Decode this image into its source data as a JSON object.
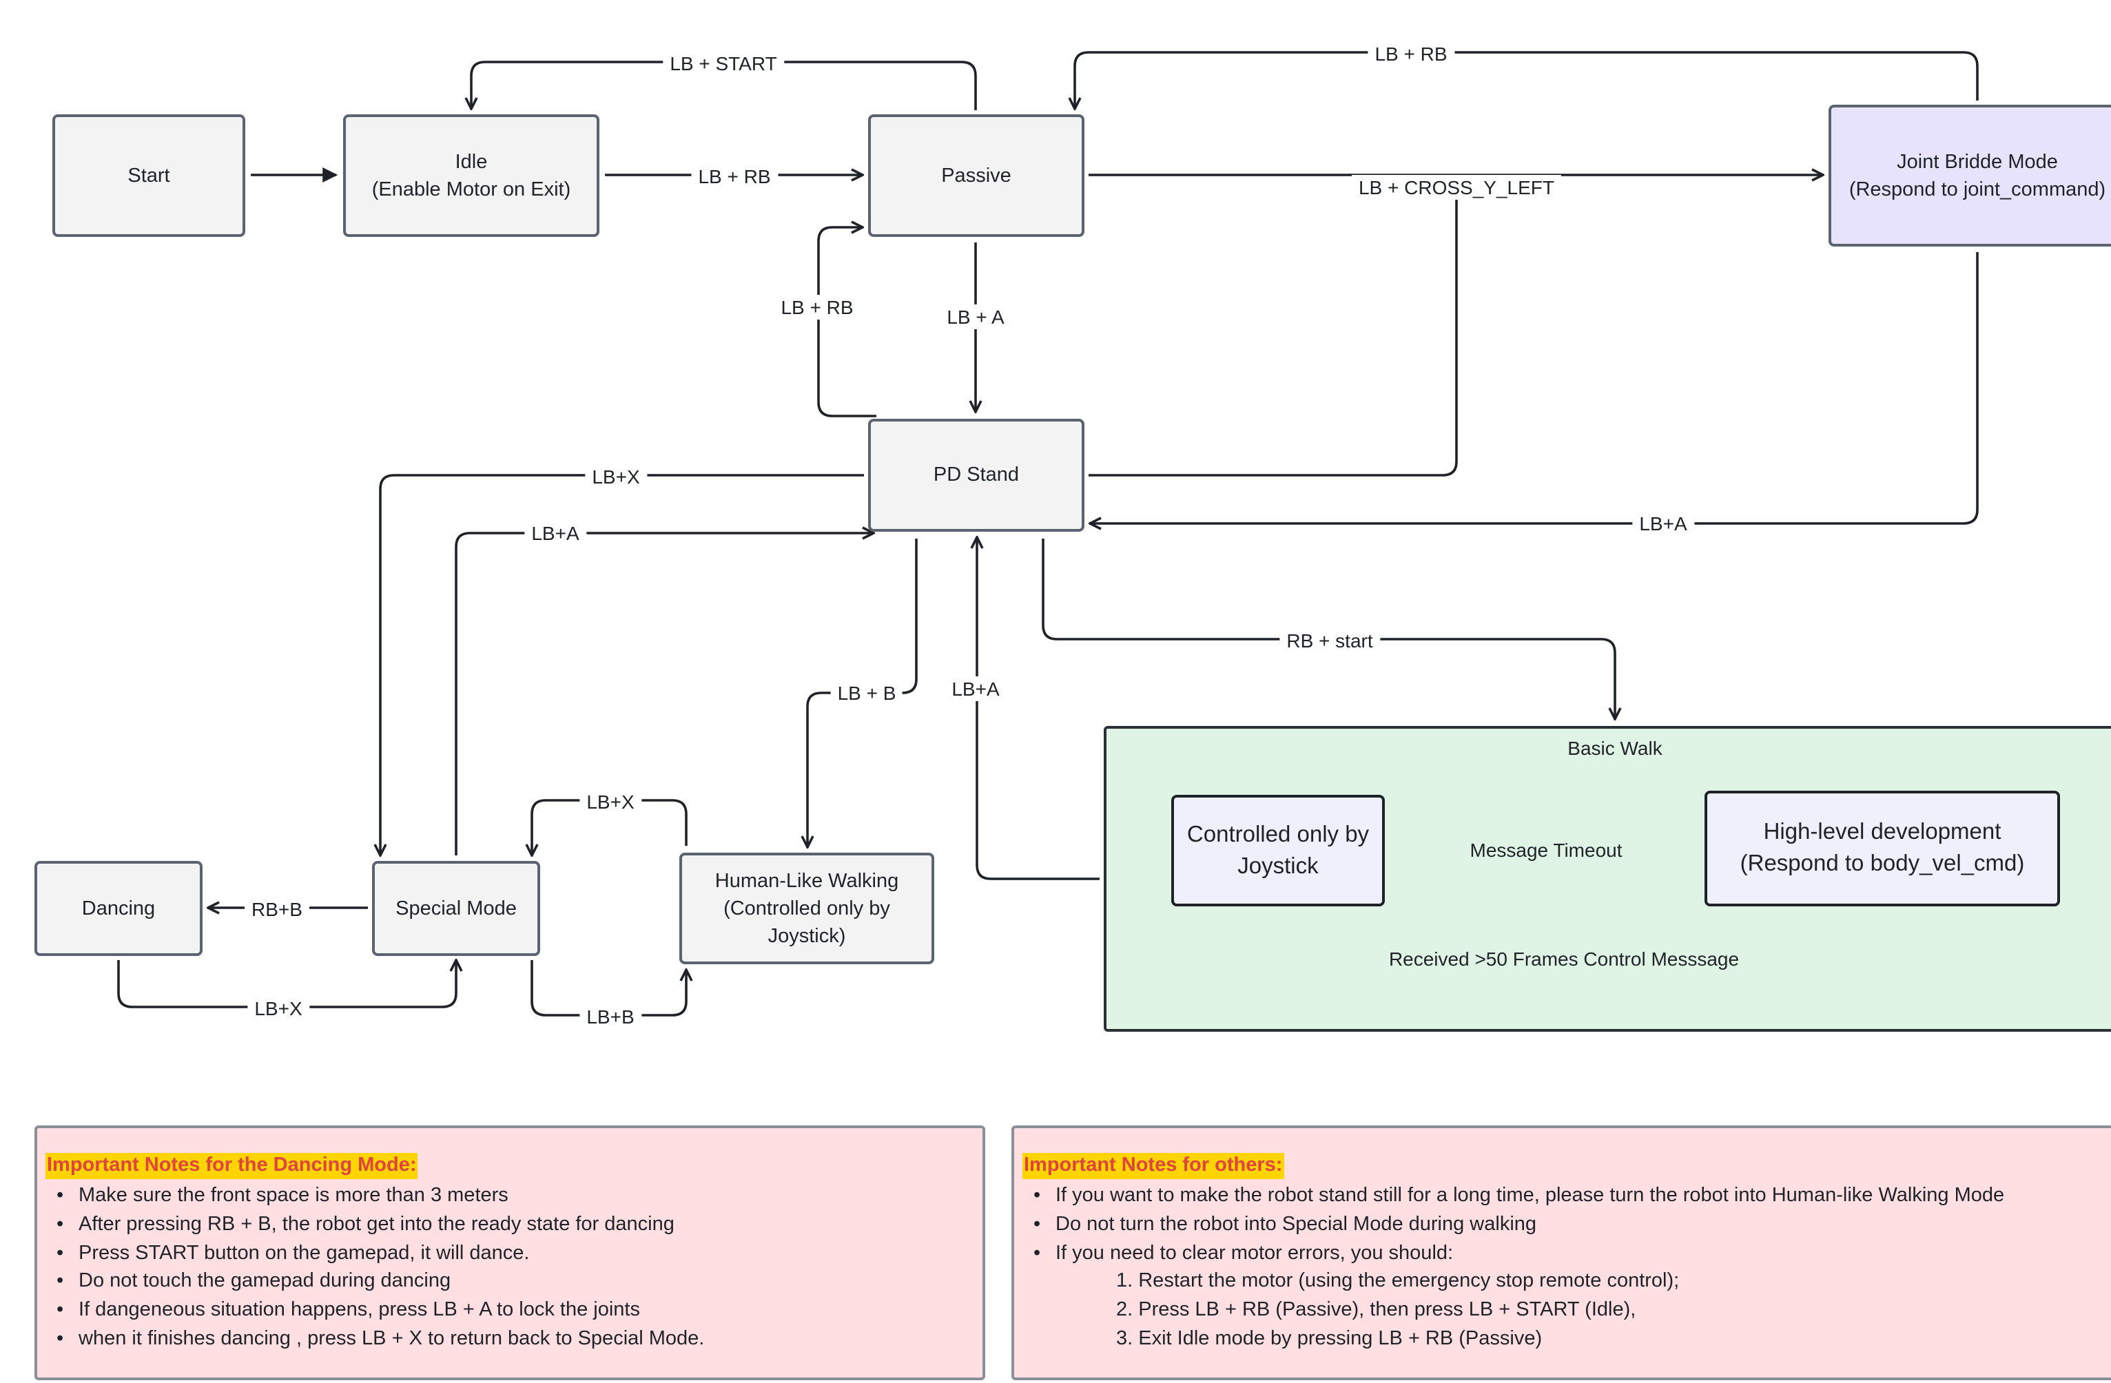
{
  "nodes": {
    "start": "Start",
    "idle_line1": "Idle",
    "idle_line2": "(Enable Motor on Exit)",
    "passive": "Passive",
    "joint_bridge_line1": "Joint Bridde Mode",
    "joint_bridge_line2": "(Respond to joint_command)",
    "pd_stand": "PD Stand",
    "dancing": "Dancing",
    "special_mode": "Special Mode",
    "human_like_line1": "Human-Like Walking",
    "human_like_line2": "(Controlled only by",
    "human_like_line3": "Joystick)",
    "joystick_only_line1": "Controlled only by",
    "joystick_only_line2": "Joystick",
    "high_level_line1": "High-level development",
    "high_level_line2": "(Respond to body_vel_cmd)"
  },
  "group": {
    "basic_walk": "Basic Walk"
  },
  "edges": {
    "passive_to_idle": "LB + START",
    "joint_to_passive": "LB + RB",
    "idle_to_passive": "LB + RB",
    "passive_to_joint": "LB + CROSS_Y_LEFT",
    "pdstand_to_passive": "LB + RB",
    "passive_to_pdstand": "LB + A",
    "pdstand_to_special": "LB+X",
    "special_to_pdstand": "LB+A",
    "joint_to_pdstand": "LB+A",
    "pdstand_to_basicwalk": "RB + start",
    "pdstand_to_humanlike": "LB + B",
    "basicwalk_to_pdstand": "LB+A",
    "humanlike_to_special": "LB+X",
    "special_to_dancing": "RB+B",
    "dancing_to_special": "LB+X",
    "special_to_humanlike": "LB+B",
    "highlevel_to_joystick": "Message Timeout",
    "joystick_to_highlevel": "Received >50 Frames Control Messsage"
  },
  "notes": {
    "dancing": {
      "title": "Important Notes for the Dancing Mode:",
      "items": [
        "Make sure the front space is more than 3 meters",
        "After pressing RB + B, the robot get into the ready state for dancing",
        "Press START button on the gamepad, it will dance.",
        "Do not touch the gamepad during dancing",
        "If dangeneous situation happens, press LB + A to lock the joints",
        "when it finishes dancing , press LB + X to return back to Special Mode."
      ]
    },
    "others": {
      "title": "Important Notes for others:",
      "items": [
        "If you want to make the robot stand still for a long time, please turn the robot into Human-like Walking Mode",
        "Do not turn the robot into Special Mode during walking",
        "If you need to clear motor errors, you should:"
      ],
      "steps": [
        "1. Restart the motor (using the emergency stop remote control);",
        "2. Press LB + RB (Passive), then press  LB + START (Idle),",
        "3. Exit Idle mode by pressing LB + RB (Passive)"
      ]
    }
  }
}
